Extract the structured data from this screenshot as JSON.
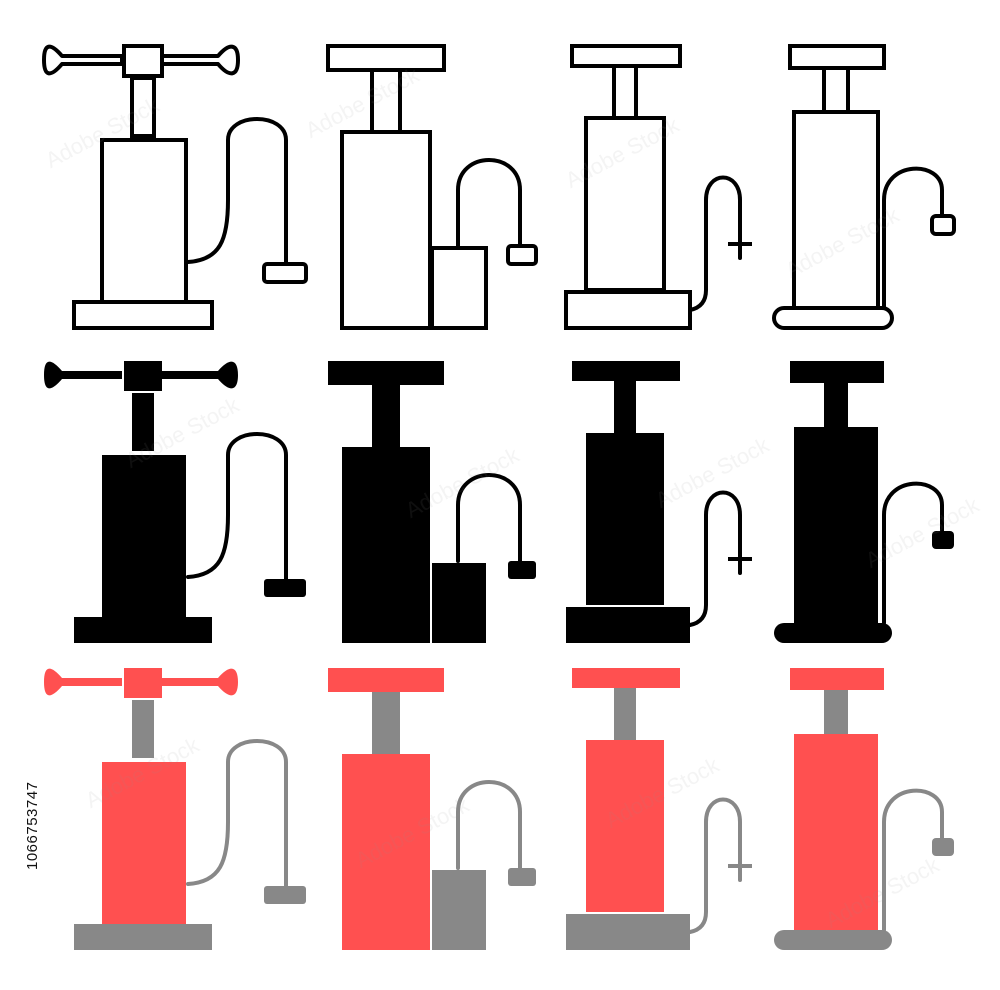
{
  "stock_id": "1066753747",
  "watermark": "Adobe Stock",
  "rows": [
    {
      "style": "outline",
      "stroke": "#000000",
      "fill": "#ffffff",
      "accent": "#000000"
    },
    {
      "style": "solid",
      "stroke": "#000000",
      "fill": "#000000",
      "accent": "#000000"
    },
    {
      "style": "color",
      "stroke": "#888888",
      "fill": "#ff5050",
      "accent": "#888888"
    }
  ],
  "pumps": [
    {
      "variant": "t-handle",
      "icon": "floor-pump-t-handle-icon"
    },
    {
      "variant": "side-box",
      "icon": "floor-pump-side-box-icon"
    },
    {
      "variant": "presta-tip",
      "icon": "floor-pump-presta-tip-icon"
    },
    {
      "variant": "rounded-base",
      "icon": "floor-pump-rounded-base-icon"
    }
  ]
}
